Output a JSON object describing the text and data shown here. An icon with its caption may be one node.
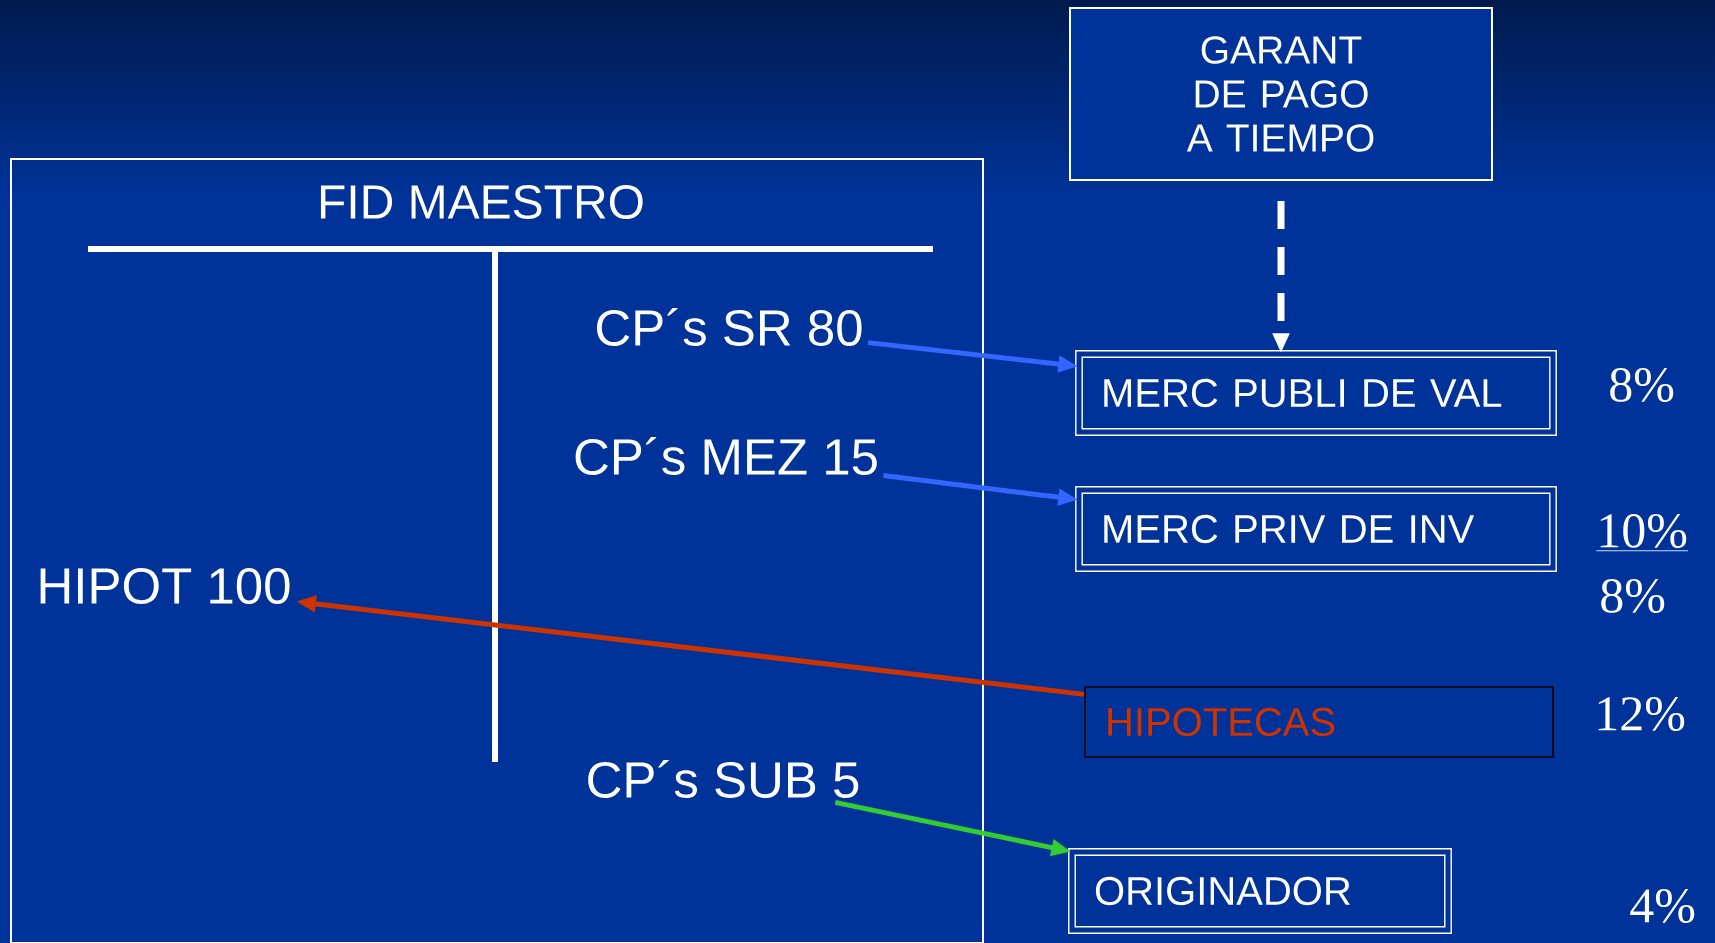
{
  "diagram": {
    "nodes": [
      {
        "text": [
          "FID MAESTRO"
        ]
      },
      {
        "text": [
          "CP´s SR 80"
        ],
        "in": 0
      },
      {
        "text": [
          "CP´s MEZ 15"
        ],
        "in": 0
      },
      {
        "text": [
          "HIPOT 100"
        ],
        "in": 0
      },
      {
        "text": [
          "CP´s SUB 5"
        ],
        "in": 0
      },
      {
        "text": [
          "GARANT DE PAGO A TIEMPO"
        ]
      },
      {
        "text": [
          "MERC PUBLI DE VAL"
        ]
      },
      {
        "text": [
          "MERC PRIV DE INV"
        ]
      },
      {
        "text": [
          "HIPOTECAS"
        ]
      },
      {
        "text": [
          "ORIGINADOR"
        ]
      }
    ],
    "edges": [
      {
        "from": 5,
        "to": 6,
        "arrow": "to",
        "style": "dashed",
        "color": "#ffffff"
      },
      {
        "from": 1,
        "to": 6,
        "arrow": "to"
      },
      {
        "from": 2,
        "to": 7,
        "arrow": "to"
      },
      {
        "from": 8,
        "to": 3,
        "arrow": "to",
        "color": "#cc3300"
      },
      {
        "from": 4,
        "to": 9,
        "arrow": "to",
        "color": "#33cc33"
      }
    ],
    "labels": [
      "8%",
      "10%",
      "8%",
      "12%",
      "4%"
    ]
  }
}
